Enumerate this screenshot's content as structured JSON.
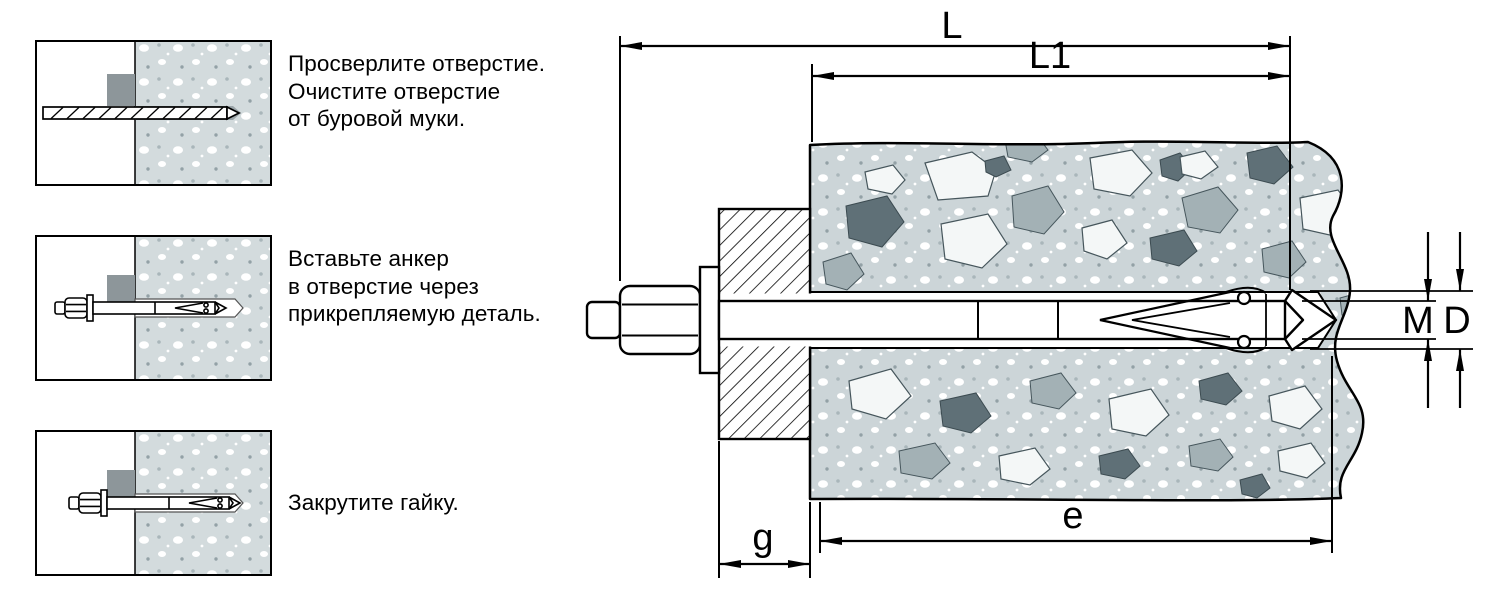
{
  "instructions": [
    {
      "lines": [
        "Просверлите отверстие.",
        "Очистите отверстие",
        "от буровой муки."
      ]
    },
    {
      "lines": [
        "Вставьте анкер",
        "в отверстие через",
        "прикрепляемую деталь."
      ]
    },
    {
      "lines": [
        "Закрутите гайку."
      ]
    }
  ],
  "diagram": {
    "dimensions": {
      "L": "L",
      "L1": "L1",
      "M": "M",
      "D": "D",
      "g": "g",
      "e": "e"
    }
  },
  "colors": {
    "concrete_base": "#ccd5d8",
    "stone_light": "#f4f7f7",
    "stone_mid": "#a3b1b5",
    "stone_dark": "#5f7077",
    "fixture_gray": "#8d969a",
    "outline": "#000000"
  }
}
